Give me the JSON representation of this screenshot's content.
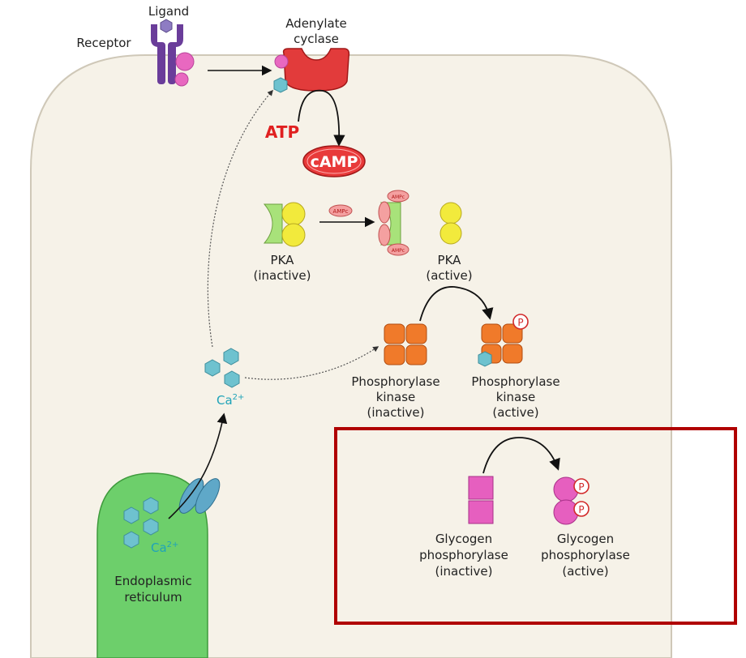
{
  "labels": {
    "ligand": "Ligand",
    "receptor": "Receptor",
    "adenylate_cyclase": [
      "Adenylate",
      "cyclase"
    ],
    "atp": "ATP",
    "camp": "cAMP",
    "pka_inactive": [
      "PKA",
      "(inactive)"
    ],
    "pka_active": [
      "PKA",
      "(active)"
    ],
    "ampc": "AMPc",
    "calcium": "Ca",
    "calcium_charge": "2+",
    "phk_inactive": [
      "Phosphorylase",
      "kinase",
      "(inactive)"
    ],
    "phk_active": [
      "Phosphorylase",
      "kinase",
      "(active)"
    ],
    "gp_inactive": [
      "Glycogen",
      "phosphorylase",
      "(inactive)"
    ],
    "gp_active": [
      "Glycogen",
      "phosphorylase",
      "(active)"
    ],
    "phospho": "P",
    "er": [
      "Endoplasmic",
      "reticulum"
    ]
  },
  "colors": {
    "cell_fill": "#f6f2e8",
    "cell_stroke": "#cfc8b8",
    "receptor": "#6a3d9a",
    "ligand": "#8e7cc3",
    "g_protein": "#e868c0",
    "adenylate_cyclase": "#e23b3b",
    "atp_text": "#e02020",
    "camp": "#e83a3a",
    "pka_green": "#a8e27a",
    "pka_yellow": "#f2ea3c",
    "ampc": "#f4a0a0",
    "kinase": "#f07a2a",
    "calcium": "#6ec2cf",
    "calcium_text": "#1fa3b8",
    "glycogen_phosphorylase": "#e65fbf",
    "phospho_ring": "#d22b2b",
    "er_fill": "#6dcf6b",
    "channel": "#5fa8c8",
    "highlight_box": "#b00000",
    "arrow": "#111111"
  }
}
